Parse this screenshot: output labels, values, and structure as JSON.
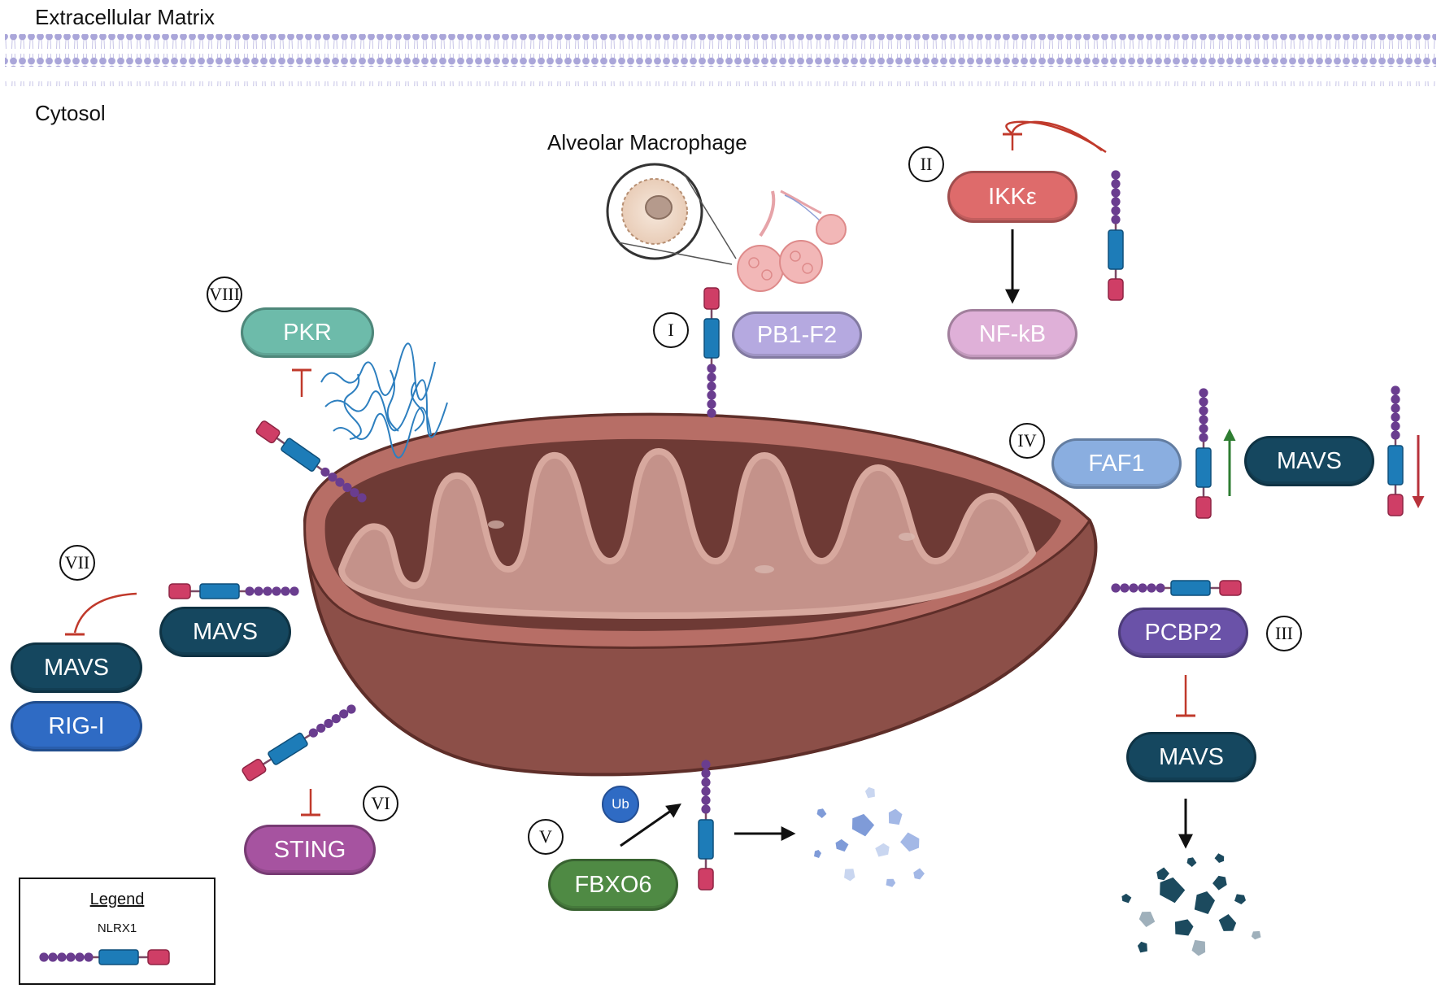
{
  "regions": {
    "extracellular": "Extracellular Matrix",
    "cytosol": "Cytosol"
  },
  "cell_label": "Alveolar Macrophage",
  "roman": [
    "I",
    "II",
    "III",
    "IV",
    "V",
    "VI",
    "VII",
    "VIII"
  ],
  "proteins": {
    "pb1f2": "PB1-F2",
    "ikke": "IKKε",
    "nfkb": "NF-kB",
    "faf1": "FAF1",
    "mavs_iv": "MAVS",
    "pcbp2": "PCBP2",
    "mavs_iii": "MAVS",
    "fbxo6": "FBXO6",
    "ub": "Ub",
    "sting": "STING",
    "mavs_vii_top": "MAVS",
    "mavs_vii": "MAVS",
    "rigi": "RIG-I",
    "pkr": "PKR"
  },
  "legend": {
    "title": "Legend",
    "item": "NLRX1"
  },
  "colors": {
    "membrane": "#a9a6d8",
    "mito_outer": "#8a4a44",
    "mito_inner": "#6e3a35",
    "cristae": "#c99a8e",
    "nlrx1_bead": "#6a3d8f",
    "nlrx1_blue": "#1d7cb8",
    "nlrx1_pink": "#cf3e66",
    "inhibition": "#c0392b",
    "activation_green": "#2e7d32",
    "arrow_black": "#111111",
    "pb1f2": "#b5a9e0",
    "ikke": "#de6b6b",
    "nfkb": "#dfb0d8",
    "faf1": "#8aaee0",
    "mavs": "#15475f",
    "pcbp2": "#6a52a8",
    "fbxo6": "#4f8a44",
    "sting": "#a653a0",
    "rigi": "#2f6bc4",
    "pkr": "#6dbbaa",
    "ub": "#2f6bc4"
  }
}
